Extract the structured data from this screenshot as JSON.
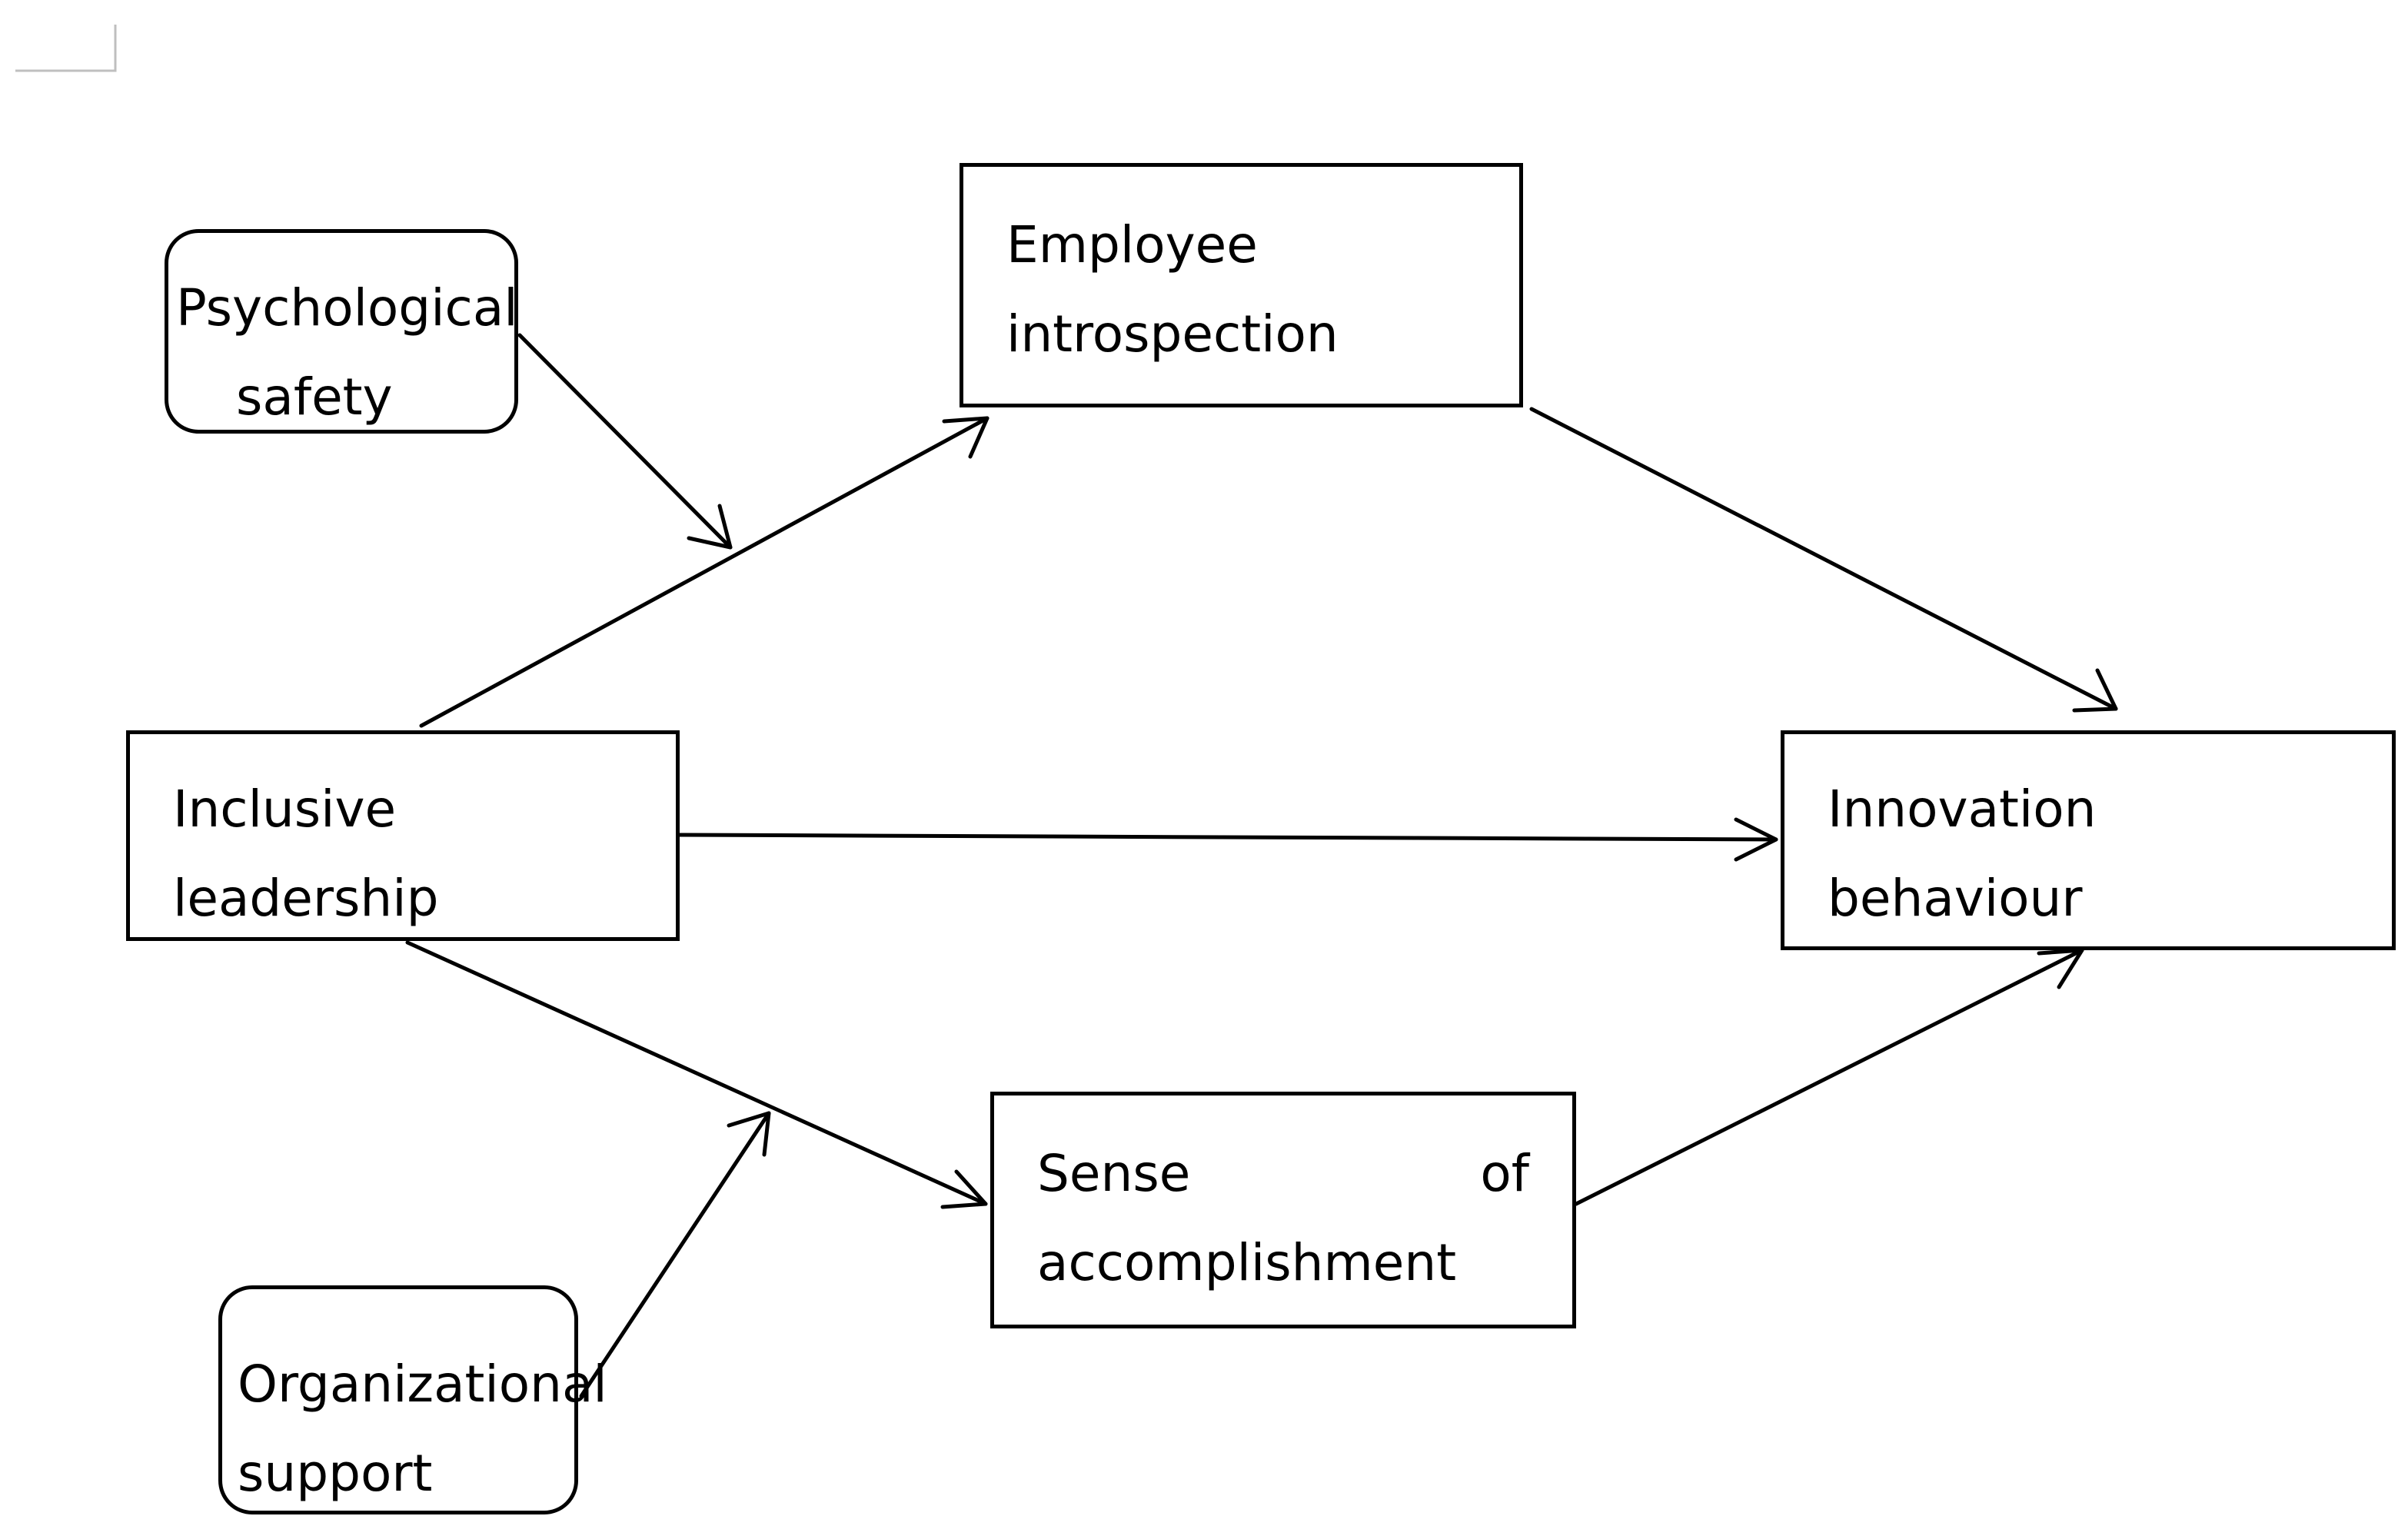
{
  "nodes": {
    "employee_introspection": {
      "line1": "Employee",
      "line2": "introspection"
    },
    "inclusive_leadership": {
      "line1": "Inclusive",
      "line2": "leadership"
    },
    "innovation_behaviour": {
      "line1": "Innovation",
      "line2": "behaviour"
    },
    "sense_of_accomplishment": {
      "line1_left": "Sense",
      "line1_right": "of",
      "line2": "accomplishment"
    },
    "psychological_safety": {
      "line1": "Psychological",
      "line2": "safety"
    },
    "organizational_support": {
      "line1": "Organizational",
      "line2": "support"
    }
  },
  "colors": {
    "stroke": "#000000",
    "background": "#ffffff",
    "corner_mark": "#bfbfbf"
  }
}
